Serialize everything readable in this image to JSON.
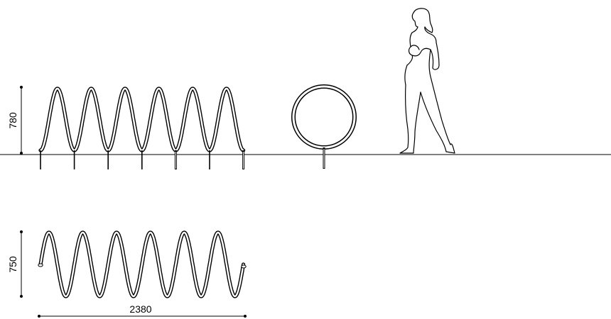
{
  "dimensions": {
    "elevation_height": "780",
    "plan_depth": "750",
    "overall_length": "2380"
  },
  "views": [
    "side-elevation",
    "end-elevation",
    "plan-view"
  ],
  "elevation": {
    "loops": 6,
    "legs": 7
  },
  "plan": {
    "loops": 6
  },
  "colors": {
    "line": "#000000",
    "background": "#ffffff"
  },
  "figure": "human-scale-figure"
}
